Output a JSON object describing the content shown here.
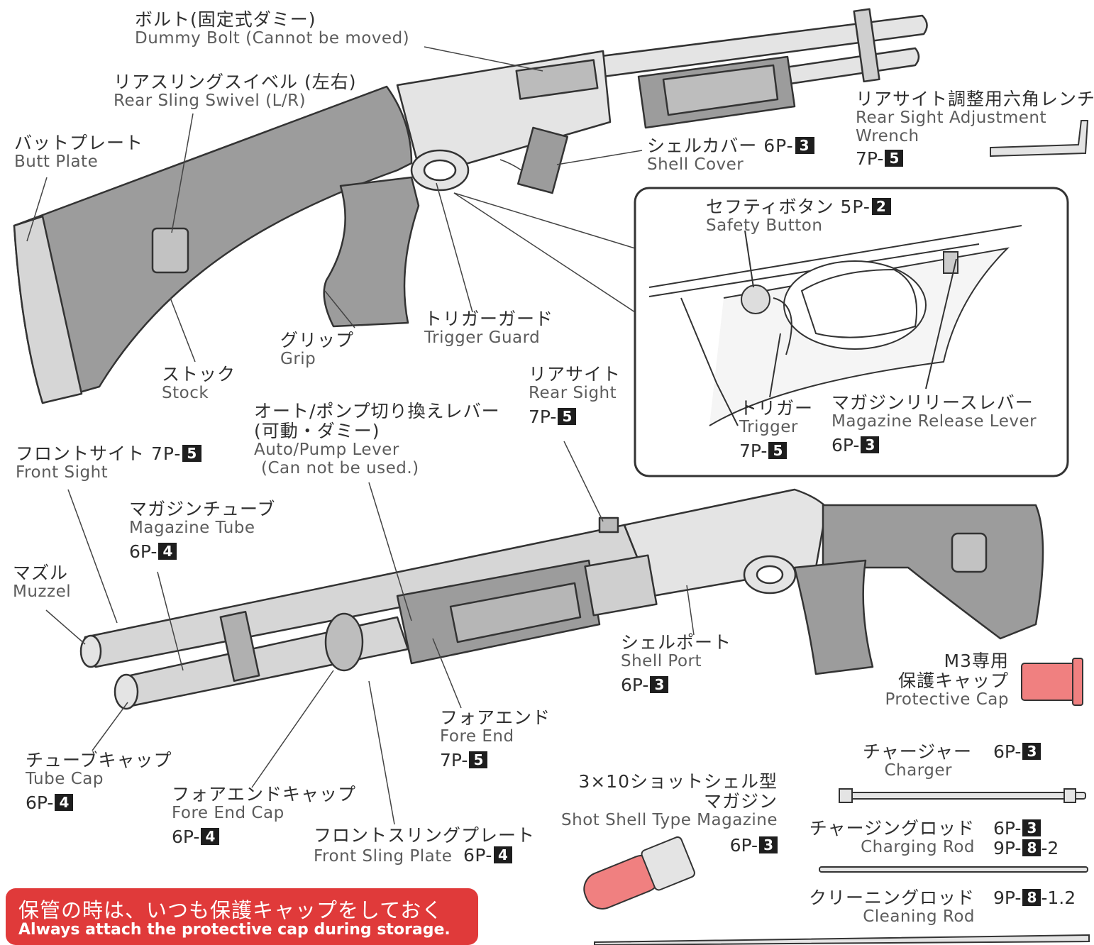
{
  "labels": {
    "dummy_bolt": {
      "jp": "ボルト(固定式ダミー)",
      "en": "Dummy Bolt (Cannot be moved)"
    },
    "rear_sling_swivel": {
      "jp": "リアスリングスイベル (左右)",
      "en": "Rear Sling Swivel (L/R)"
    },
    "butt_plate": {
      "jp": "バットプレート",
      "en": "Butt Plate"
    },
    "shell_cover": {
      "jp": "シェルカバー 6P-",
      "num": "3",
      "en": "Shell Cover"
    },
    "wrench": {
      "jp": "リアサイト調整用六角レンチ",
      "en1": "Rear Sight Adjustment",
      "en2": "Wrench",
      "ref": "7P-",
      "num": "5"
    },
    "safety_button": {
      "jp": "セフティボタン 5P-",
      "num": "2",
      "en": "Safety Button"
    },
    "trigger": {
      "jp": "トリガー",
      "en": "Trigger",
      "ref": "7P-",
      "num": "5"
    },
    "mag_release": {
      "jp": "マガジンリリースレバー",
      "en": "Magazine Release Lever",
      "ref": "6P-",
      "num": "3"
    },
    "grip": {
      "jp": "グリップ",
      "en": "Grip"
    },
    "trigger_guard": {
      "jp": "トリガーガード",
      "en": "Trigger Guard"
    },
    "stock": {
      "jp": "ストック",
      "en": "Stock"
    },
    "rear_sight": {
      "jp": "リアサイト",
      "en": "Rear Sight",
      "ref": "7P-",
      "num": "5"
    },
    "auto_pump": {
      "jp1": "オート/ポンプ切り換えレバー",
      "jp2": "(可動・ダミー)",
      "en1": "Auto/Pump Lever",
      "en2": "(Can not be used.)"
    },
    "front_sight": {
      "jp": "フロントサイト 7P-",
      "num": "5",
      "en": "Front Sight"
    },
    "magazine_tube": {
      "jp": "マガジンチューブ",
      "en": "Magazine Tube",
      "ref": "6P-",
      "num": "4"
    },
    "muzzle": {
      "jp": "マズル",
      "en": "Muzzel"
    },
    "shell_port": {
      "jp": "シェルポート",
      "en": "Shell Port",
      "ref": "6P-",
      "num": "3"
    },
    "protective_cap": {
      "jp1": "M3専用",
      "jp2": "保護キャップ",
      "en": "Protective Cap"
    },
    "fore_end": {
      "jp": "フォアエンド",
      "en": "Fore End",
      "ref": "7P-",
      "num": "5"
    },
    "tube_cap": {
      "jp": "チューブキャップ",
      "en": "Tube Cap",
      "ref": "6P-",
      "num": "4"
    },
    "fore_end_cap": {
      "jp": "フォアエンドキャップ",
      "en": "Fore End Cap",
      "ref": "6P-",
      "num": "4"
    },
    "front_sling_plate": {
      "jp": "フロントスリングプレート",
      "en": "Front Sling Plate",
      "ref": "6P-",
      "num": "4"
    },
    "shot_shell_mag": {
      "jp1": "3×10ショットシェル型",
      "jp2": "マガジン",
      "en": "Shot Shell Type Magazine",
      "ref": "6P-",
      "num": "3"
    },
    "charger": {
      "jp": "チャージャー",
      "en": "Charger",
      "ref": "6P-",
      "num": "3"
    },
    "charging_rod": {
      "jp": "チャージングロッド",
      "en": "Charging Rod",
      "ref1": "6P-",
      "num1": "3",
      "ref2": "9P-",
      "num2": "8",
      "suffix2": "-2"
    },
    "cleaning_rod": {
      "jp": "クリーニングロッド",
      "en": "Cleaning Rod",
      "ref": "9P-",
      "num": "8",
      "suffix": "-1.2"
    }
  },
  "warning": {
    "jp": "保管の時は、いつも保護キャップをしておく",
    "en": "Always attach the protective cap during storage."
  },
  "colors": {
    "body_gray": "#9c9c9c",
    "metal_light": "#e4e4e4",
    "accent_red": "#e03a3a",
    "pink": "#f08080"
  }
}
